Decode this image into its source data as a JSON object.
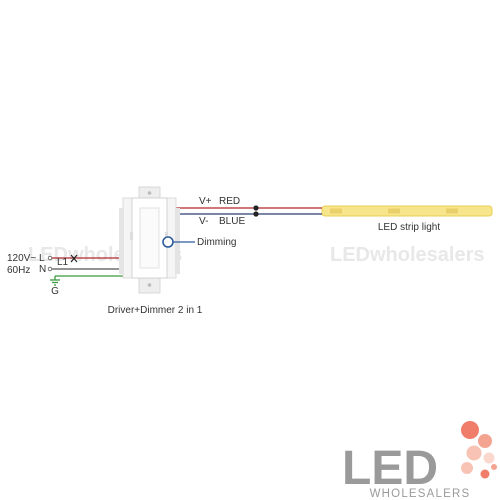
{
  "diagram": {
    "source": {
      "voltage": "120V~",
      "frequency": "60Hz",
      "line": "L",
      "neutral": "N",
      "ground": "G",
      "load_terminal": "L1"
    },
    "output": {
      "positive": "V+",
      "positive_color": "RED",
      "negative": "V-",
      "negative_color": "BLUE"
    },
    "dimming_label": "Dimming",
    "device_label": "Driver+Dimmer 2 in 1",
    "strip_label": "LED strip light",
    "watermark": "LEDwholesalers",
    "colors": {
      "red_wire": "#b0282e",
      "blue_wire": "#2d3f75",
      "green_wire": "#3a9a3f",
      "strip": "#f6e58a",
      "accent": "#2d5c9e",
      "logo_dot": "#f07d6a"
    }
  },
  "logo": {
    "brand": "LED",
    "sub": "WHOLESALERS"
  }
}
